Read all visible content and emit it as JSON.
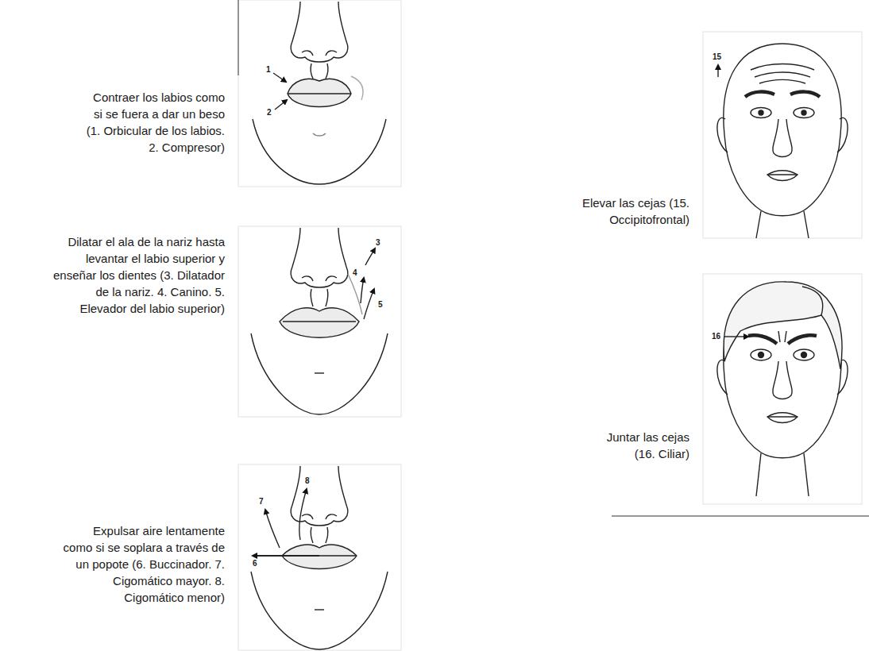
{
  "diagram": {
    "labels": [
      "Contraer los labios como si se fuera a dar un beso (1. Orbicular de los labios. 2. Compresor)",
      "1",
      "2",
      "Dilatar el ala de la nariz hasta levantar el labio superior y enseñar los dientes (3. Dilatador de la nariz. 4. Canino. 5. Elevador del labio superior)",
      "3",
      "4",
      "5",
      "Expulsar aire lentamente como si se soplara a través de un popote (6. Buccinador. 7. Cigomático mayor. 8. Cigomático menor)",
      "6",
      "7",
      "8",
      "Elevar las cejas (15. Occipitofrontal)",
      "15",
      "Juntar las cejas (16. Ciliar)",
      "16"
    ]
  }
}
